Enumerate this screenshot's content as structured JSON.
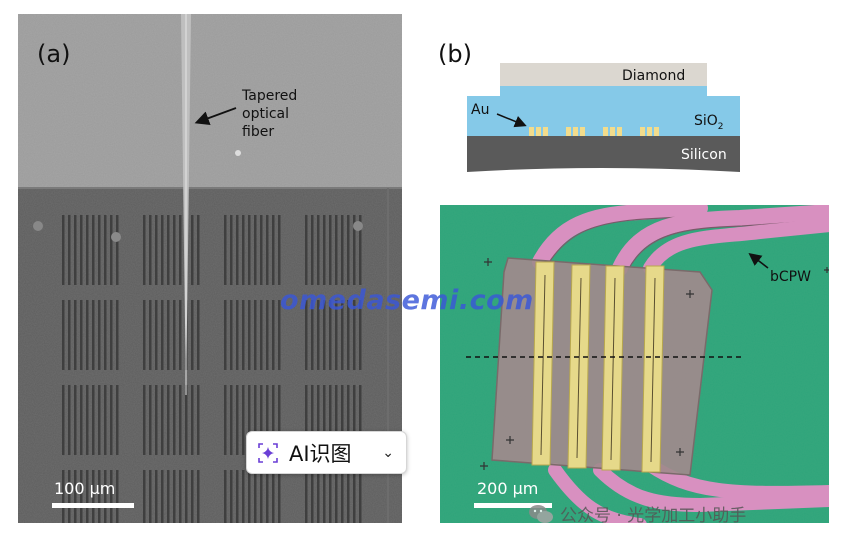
{
  "panel_a": {
    "label": "(a)",
    "annotation": "Tapered\noptical\nfiber",
    "scalebar": "100 µm"
  },
  "panel_b": {
    "label": "(b)",
    "cross_section": {
      "diamond": "Diamond",
      "au": "Au",
      "sio2": "SiO",
      "sio2_sub": "2",
      "silicon": "Silicon"
    },
    "annotation": "bCPW",
    "scalebar": "200 µm"
  },
  "overlay": {
    "watermark": "omedasemi.com",
    "ai_button": "AI识图",
    "wechat_credit": "公众号 · 光学加工小助手"
  },
  "icons": [
    "sparkle-icon",
    "chevron-down-icon",
    "wechat-icon",
    "arrow-icon"
  ],
  "colors": {
    "sio2": "#85c9e8",
    "diamond": "#dbd7d0",
    "silicon": "#5a5a5a",
    "gold": "#f2dc8c",
    "board_green": "#2ea57a",
    "trace_pink": "#d890c0",
    "watermark": "#3a57d8"
  }
}
